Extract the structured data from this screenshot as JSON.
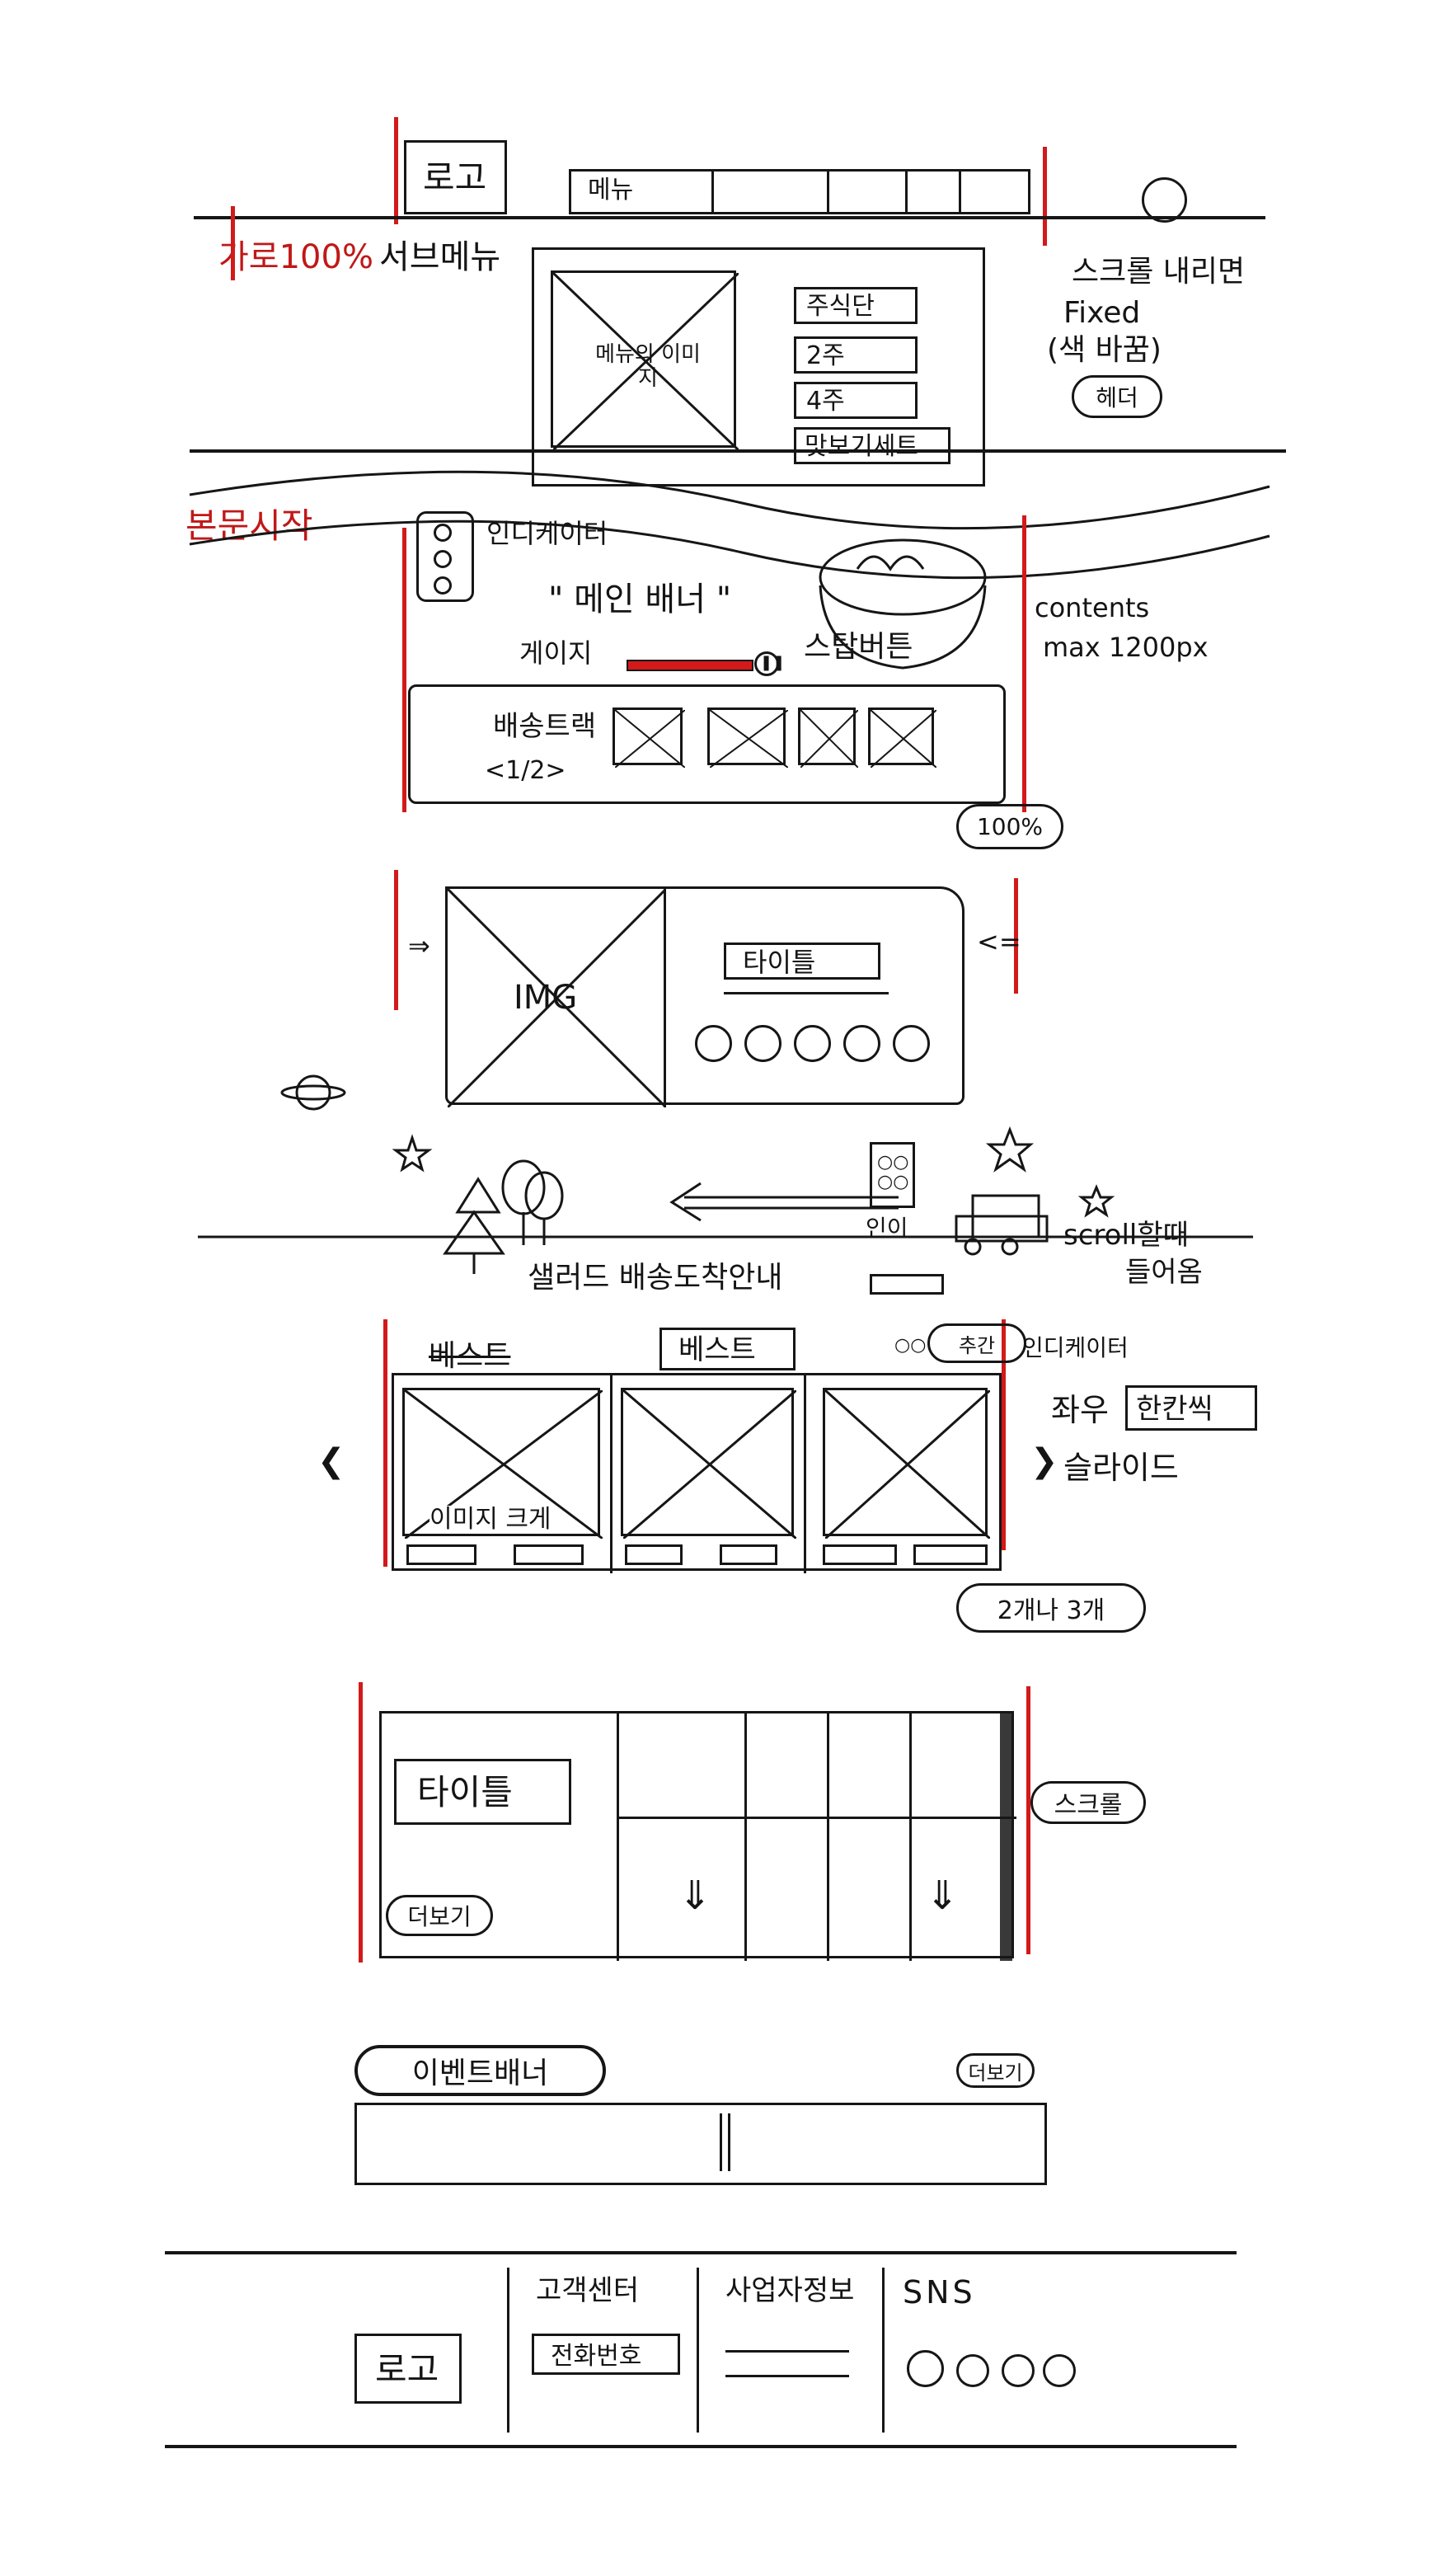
{
  "header": {
    "logo": "로고",
    "menu": "메뉴",
    "full_width_note": "가로100%",
    "submenu_note": "서브메뉴",
    "submenu_image": "메뉴의 이미지",
    "submenu_items": [
      "주식단",
      "2주",
      "4주",
      "맛보기세트"
    ],
    "scroll_note_1": "스크롤 내리면",
    "scroll_note_2": "Fixed",
    "scroll_note_3": "(색 바꿈)",
    "scroll_note_4": "헤더"
  },
  "main_start": "본문시작",
  "main_banner": {
    "indicator_note": "인디케이터",
    "title": "\" 메인 배너 \"",
    "gauge_label": "게이지",
    "stop_button_label": "스탑버튼",
    "stop_icon": "pause-icon",
    "contents_note_1": "contents",
    "contents_note_2": "max 1200px",
    "delivery_title": "배송트랙",
    "delivery_pager": "<1/2>",
    "width_note": "100%"
  },
  "feature": {
    "img_label": "IMG",
    "title": "타이틀",
    "arrow_left": "⇒",
    "arrow_right": "<="
  },
  "scroll_scene": {
    "phone_label": "인이",
    "scroll_note_1": "scroll할때",
    "scroll_note_2": "들어옴",
    "guide_label": "샐러드 배송도착안내"
  },
  "best": {
    "title_old": "베스트",
    "title": "베스트",
    "indicator_note": "인디케이터",
    "hover_note": "추간",
    "image_note": "이미지 크게",
    "slide_note_1": "좌우",
    "slide_note_2": "한칸씩",
    "slide_note_3": "슬라이드",
    "count_note": "2개나 3개"
  },
  "grid_section": {
    "title": "타이틀",
    "more": "더보기",
    "scroll_note": "스크롤"
  },
  "event": {
    "title": "이벤트배너",
    "more": "더보기"
  },
  "footer": {
    "logo": "로고",
    "cs_title": "고객센터",
    "cs_phone": "전화번호",
    "biz_title": "사업자정보",
    "sns_title": "SNS"
  }
}
